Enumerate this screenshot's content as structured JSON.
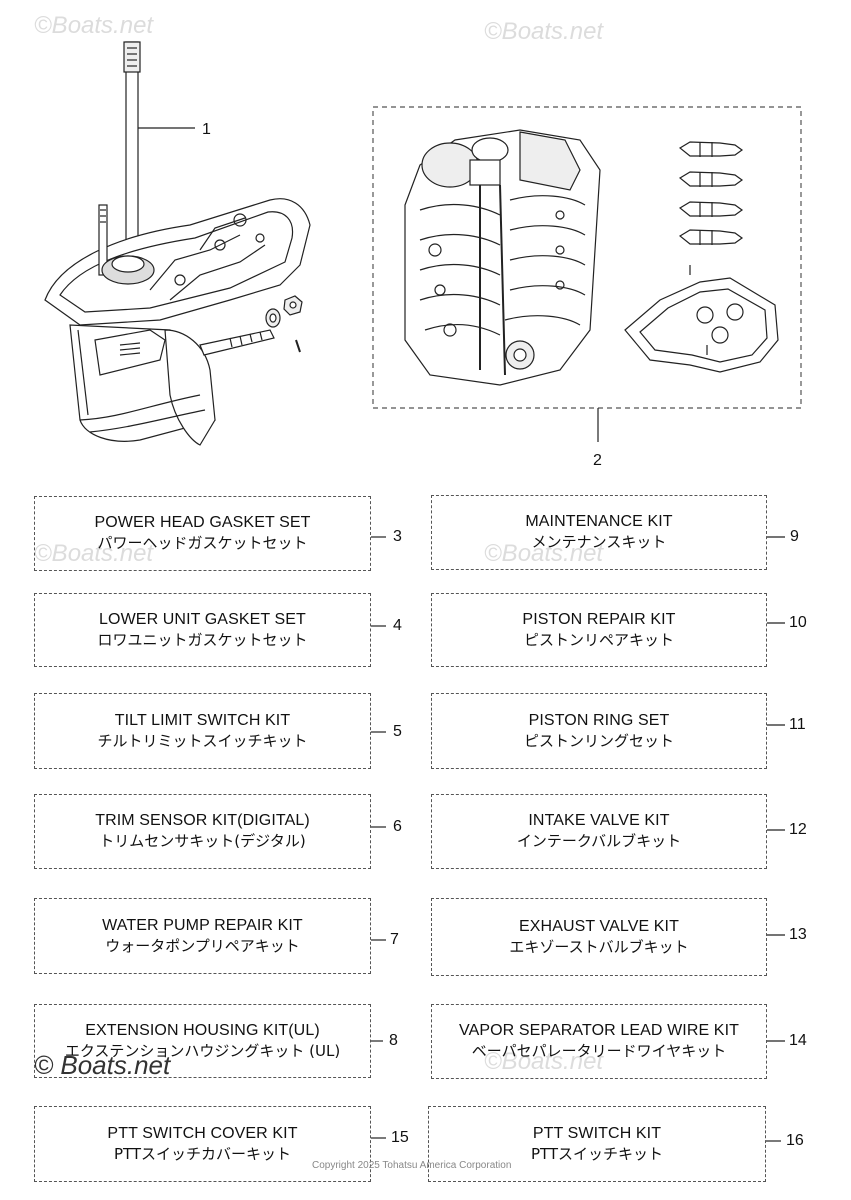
{
  "watermarks": {
    "top_left": "©Boats.net",
    "top_right": "©Boats.net",
    "mid_left": "©Boats.net",
    "mid_right": "©Boats.net",
    "bottom_left": "© Boats.net",
    "bottom_right": "©Boats.net"
  },
  "parts": {
    "lower_unit_callout": "1",
    "power_head_callout": "2"
  },
  "kits_left": [
    {
      "callout": "3",
      "en": "POWER HEAD GASKET SET",
      "jp": "パワーヘッドガスケットセット"
    },
    {
      "callout": "4",
      "en": "LOWER UNIT GASKET SET",
      "jp": "ロワユニットガスケットセット"
    },
    {
      "callout": "5",
      "en": "TILT LIMIT SWITCH KIT",
      "jp": "チルトリミットスイッチキット"
    },
    {
      "callout": "6",
      "en": "TRIM SENSOR KIT(DIGITAL)",
      "jp": "トリムセンサキット(デジタル)"
    },
    {
      "callout": "7",
      "en": "WATER PUMP REPAIR KIT",
      "jp": "ウォータポンプリペアキット"
    },
    {
      "callout": "8",
      "en": "EXTENSION HOUSING KIT(UL)",
      "jp": "エクステンションハウジングキット (UL)"
    },
    {
      "callout": "15",
      "en": "PTT SWITCH COVER KIT",
      "jp": "PTTスイッチカバーキット"
    }
  ],
  "kits_right": [
    {
      "callout": "9",
      "en": "MAINTENANCE KIT",
      "jp": "メンテナンスキット"
    },
    {
      "callout": "10",
      "en": "PISTON REPAIR  KIT",
      "jp": "ピストンリペアキット"
    },
    {
      "callout": "11",
      "en": "PISTON RING SET",
      "jp": "ピストンリングセット"
    },
    {
      "callout": "12",
      "en": "INTAKE VALVE KIT",
      "jp": "インテークバルブキット"
    },
    {
      "callout": "13",
      "en": "EXHAUST VALVE KIT",
      "jp": "エキゾーストバルブキット"
    },
    {
      "callout": "14",
      "en": "VAPOR SEPARATOR LEAD WIRE KIT",
      "jp": "ベーパセパレータリードワイヤキット"
    },
    {
      "callout": "16",
      "en": "PTT SWITCH KIT",
      "jp": "PTTスイッチキット"
    }
  ],
  "copyright": "Copyright 2025 Tohatsu America Corporation"
}
